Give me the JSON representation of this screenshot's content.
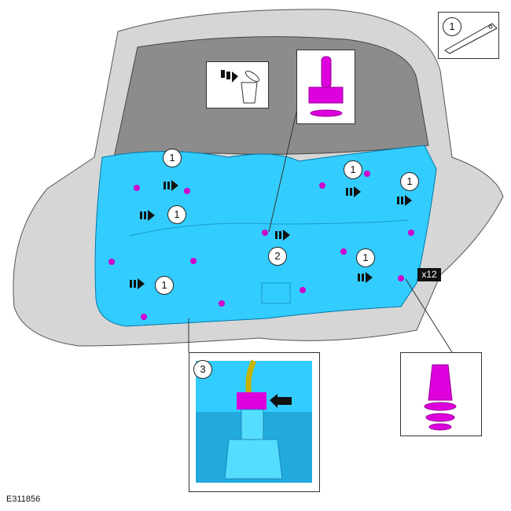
{
  "figure_code": "E311856",
  "quantity_label": "x12",
  "callouts": {
    "tool": "1",
    "trim_release": [
      "1",
      "1",
      "1",
      "1",
      "1",
      "1"
    ],
    "pin": "2",
    "connector": "3"
  },
  "colors": {
    "trim": "#33ccff",
    "clip": "#dd00dd",
    "body": "#d4d4d4",
    "glass": "#8a8a8a"
  },
  "icons": [
    "trim-tool-icon",
    "discard-bin-icon",
    "push-pin-icon",
    "clip-icon",
    "direction-arrow-icon"
  ]
}
